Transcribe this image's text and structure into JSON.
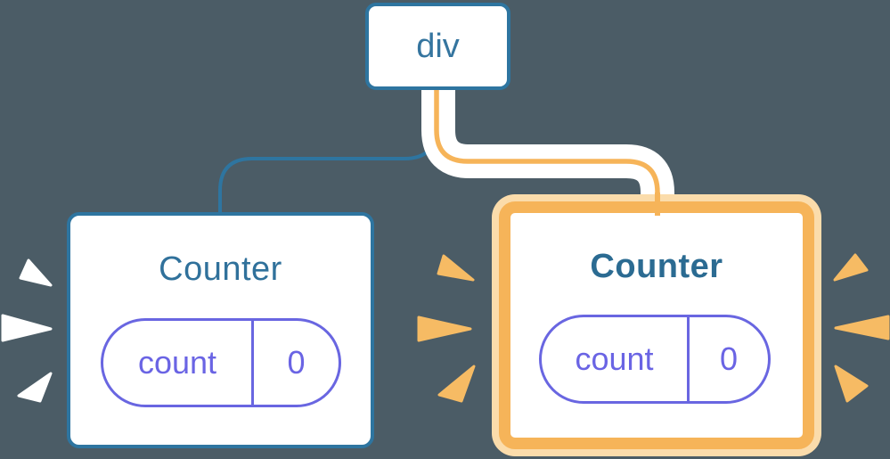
{
  "diagram": {
    "description": "React component tree showing state preservation: a div parent with two Counter children, the right Counter re-rendering (highlighted orange)",
    "root_node": {
      "label": "div"
    },
    "left_counter": {
      "title": "Counter",
      "state": {
        "key": "count",
        "value": "0"
      }
    },
    "right_counter": {
      "title": "Counter",
      "state": {
        "key": "count",
        "value": "0"
      },
      "highlighted": "true"
    },
    "icons": [
      "burst-marks-left-white",
      "burst-marks-middle-orange",
      "burst-marks-right-orange"
    ],
    "colors": {
      "background": "#4B5C66",
      "blue_border": "#2E75A0",
      "blue_text": "#35759F",
      "title_blue": "#30719B",
      "purple_pill": "#6966E1",
      "purple_text": "#6A64E4",
      "orange_line": "#F6B459",
      "orange_glow": "#FBDCAB",
      "burst_orange": "#F6BB64",
      "burst_white": "#FFFFFF"
    }
  }
}
